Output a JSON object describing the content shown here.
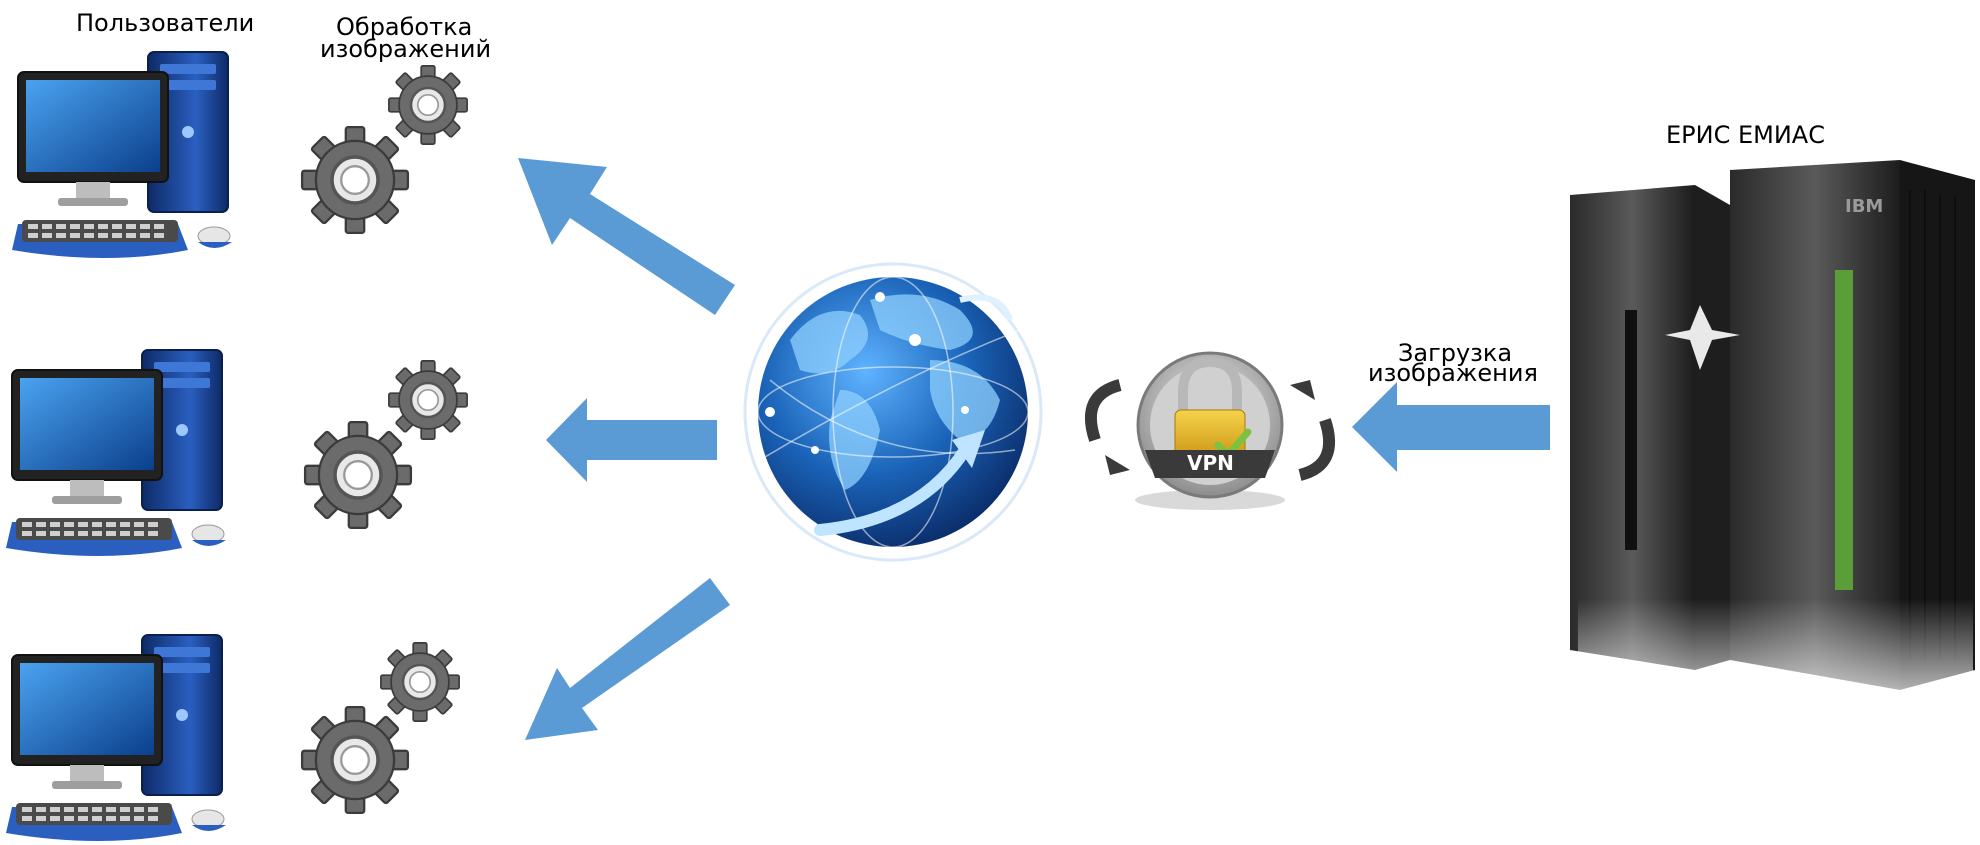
{
  "labels": {
    "users": "Пользователи",
    "processing_line1": "Обработка",
    "processing_line2": "изображений",
    "server": "ЕРИС ЕМИАС",
    "upload_line1": "Загрузка",
    "upload_line2": "изображения",
    "vpn": "VPN",
    "server_logo": "IBM"
  },
  "colors": {
    "arrow": "#5b9bd5",
    "monitor_screen": "#1f6fc4",
    "tower": "#1a3f8f",
    "gear": "#6b6b6b",
    "server": "#3a3a3a",
    "vpn_lock": "#e0b321"
  },
  "icons": [
    "desktop-computer-icon",
    "gears-icon",
    "globe-icon",
    "vpn-lock-icon",
    "server-rack-icon",
    "arrow-icon"
  ]
}
